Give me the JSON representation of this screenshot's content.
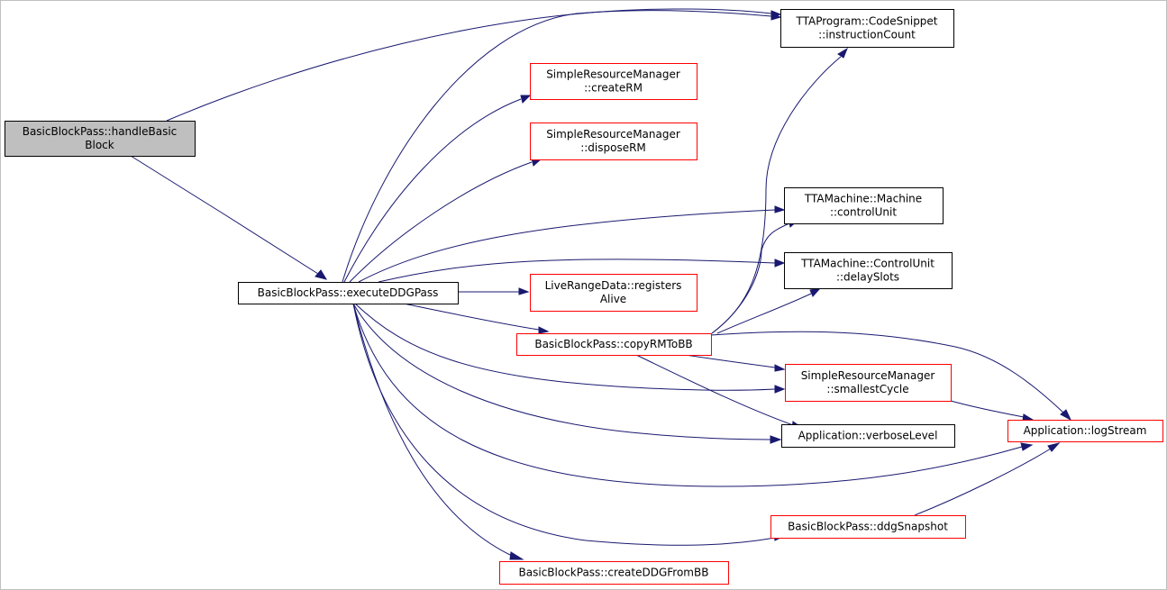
{
  "graph": {
    "type": "call-graph",
    "node_fill_default": "#ffffff",
    "node_fill_root": "#bfbfbf",
    "border_documented": "#000000",
    "border_undocumented": "#ff0000",
    "edge_color": "#191970",
    "nodes": [
      {
        "id": "handle",
        "lines": [
          "BasicBlockPass::handleBasic",
          "Block"
        ],
        "style": "root"
      },
      {
        "id": "execute",
        "lines": [
          "BasicBlockPass::executeDDGPass"
        ],
        "style": "black"
      },
      {
        "id": "instrCount",
        "lines": [
          "TTAProgram::CodeSnippet",
          "::instructionCount"
        ],
        "style": "black"
      },
      {
        "id": "createRM",
        "lines": [
          "SimpleResourceManager",
          "::createRM"
        ],
        "style": "red"
      },
      {
        "id": "disposeRM",
        "lines": [
          "SimpleResourceManager",
          "::disposeRM"
        ],
        "style": "red"
      },
      {
        "id": "controlUnit",
        "lines": [
          "TTAMachine::Machine",
          "::controlUnit"
        ],
        "style": "black"
      },
      {
        "id": "delaySlots",
        "lines": [
          "TTAMachine::ControlUnit",
          "::delaySlots"
        ],
        "style": "black"
      },
      {
        "id": "registersAlive",
        "lines": [
          "LiveRangeData::registers",
          "Alive"
        ],
        "style": "red"
      },
      {
        "id": "copyRM",
        "lines": [
          "BasicBlockPass::copyRMToBB"
        ],
        "style": "red"
      },
      {
        "id": "smallestCycle",
        "lines": [
          "SimpleResourceManager",
          "::smallestCycle"
        ],
        "style": "red"
      },
      {
        "id": "verbose",
        "lines": [
          "Application::verboseLevel"
        ],
        "style": "black"
      },
      {
        "id": "logStream",
        "lines": [
          "Application::logStream"
        ],
        "style": "red"
      },
      {
        "id": "ddgSnapshot",
        "lines": [
          "BasicBlockPass::ddgSnapshot"
        ],
        "style": "red"
      },
      {
        "id": "createDDG",
        "lines": [
          "BasicBlockPass::createDDGFromBB"
        ],
        "style": "red"
      }
    ],
    "edges": [
      {
        "from": "handle",
        "to": "execute"
      },
      {
        "from": "handle",
        "to": "instrCount"
      },
      {
        "from": "execute",
        "to": "instrCount"
      },
      {
        "from": "execute",
        "to": "createRM"
      },
      {
        "from": "execute",
        "to": "disposeRM"
      },
      {
        "from": "execute",
        "to": "controlUnit"
      },
      {
        "from": "execute",
        "to": "delaySlots"
      },
      {
        "from": "execute",
        "to": "registersAlive"
      },
      {
        "from": "execute",
        "to": "copyRM"
      },
      {
        "from": "execute",
        "to": "smallestCycle"
      },
      {
        "from": "execute",
        "to": "verbose"
      },
      {
        "from": "execute",
        "to": "logStream"
      },
      {
        "from": "execute",
        "to": "ddgSnapshot"
      },
      {
        "from": "execute",
        "to": "createDDG"
      },
      {
        "from": "copyRM",
        "to": "instrCount"
      },
      {
        "from": "copyRM",
        "to": "controlUnit"
      },
      {
        "from": "copyRM",
        "to": "delaySlots"
      },
      {
        "from": "copyRM",
        "to": "smallestCycle"
      },
      {
        "from": "copyRM",
        "to": "verbose"
      },
      {
        "from": "copyRM",
        "to": "logStream"
      },
      {
        "from": "smallestCycle",
        "to": "logStream"
      },
      {
        "from": "ddgSnapshot",
        "to": "logStream"
      }
    ]
  }
}
